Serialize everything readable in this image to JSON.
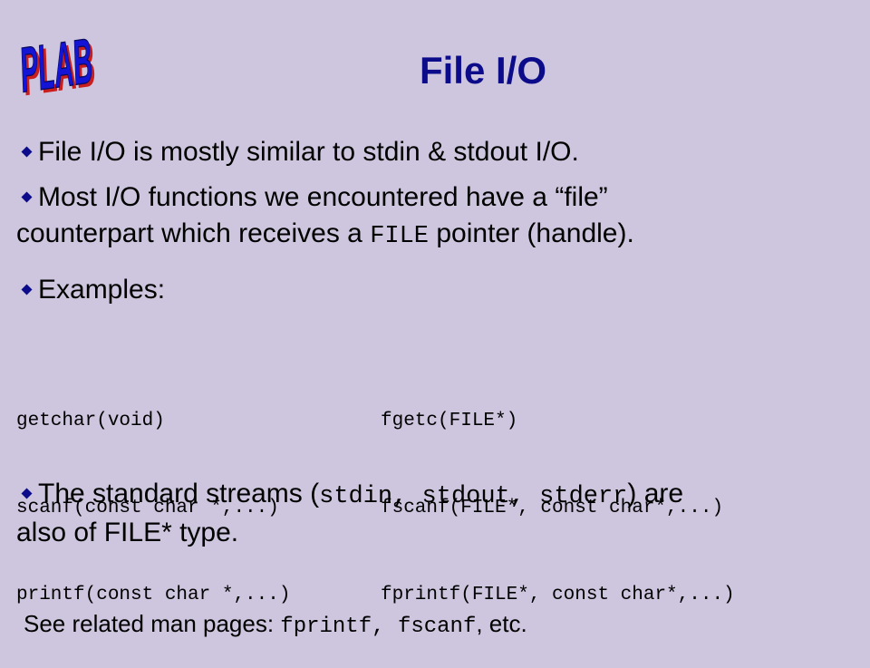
{
  "logo": {
    "text": "PLAB",
    "fill_color": "#1414d6",
    "shadow_color": "#c81e1e"
  },
  "title": "File I/O",
  "title_color": "#0c0c8a",
  "bullet_icon": "diamond-bullet-icon",
  "bullets": [
    {
      "text": "File I/O is mostly similar to stdin & stdout I/O."
    },
    {
      "line1": "Most I/O functions we encountered have a “file”",
      "line2_before": "counterpart which receives a ",
      "line2_code": "FILE",
      "line2_after": " pointer (handle)."
    },
    {
      "text": "Examples:"
    },
    {
      "before": "The standard streams (",
      "code1": "stdin",
      "sep1": ", ",
      "code2": "stdout",
      "sep2": ", ",
      "code3": "stderr",
      "after": ") are",
      "line2": "also of FILE* type."
    }
  ],
  "examples": [
    {
      "std": "getchar(void)",
      "file": "fgetc(FILE*)"
    },
    {
      "std": "scanf(const char *,...)",
      "file": "fscanf(FILE*, const char*,...)"
    },
    {
      "std": "printf(const char *,...)",
      "file": "fprintf(FILE*, const char*,...)"
    }
  ],
  "footer": {
    "before": "See related man pages: ",
    "code1": "fprintf",
    "sep": ", ",
    "code2": "fscanf",
    "after": ", etc."
  }
}
